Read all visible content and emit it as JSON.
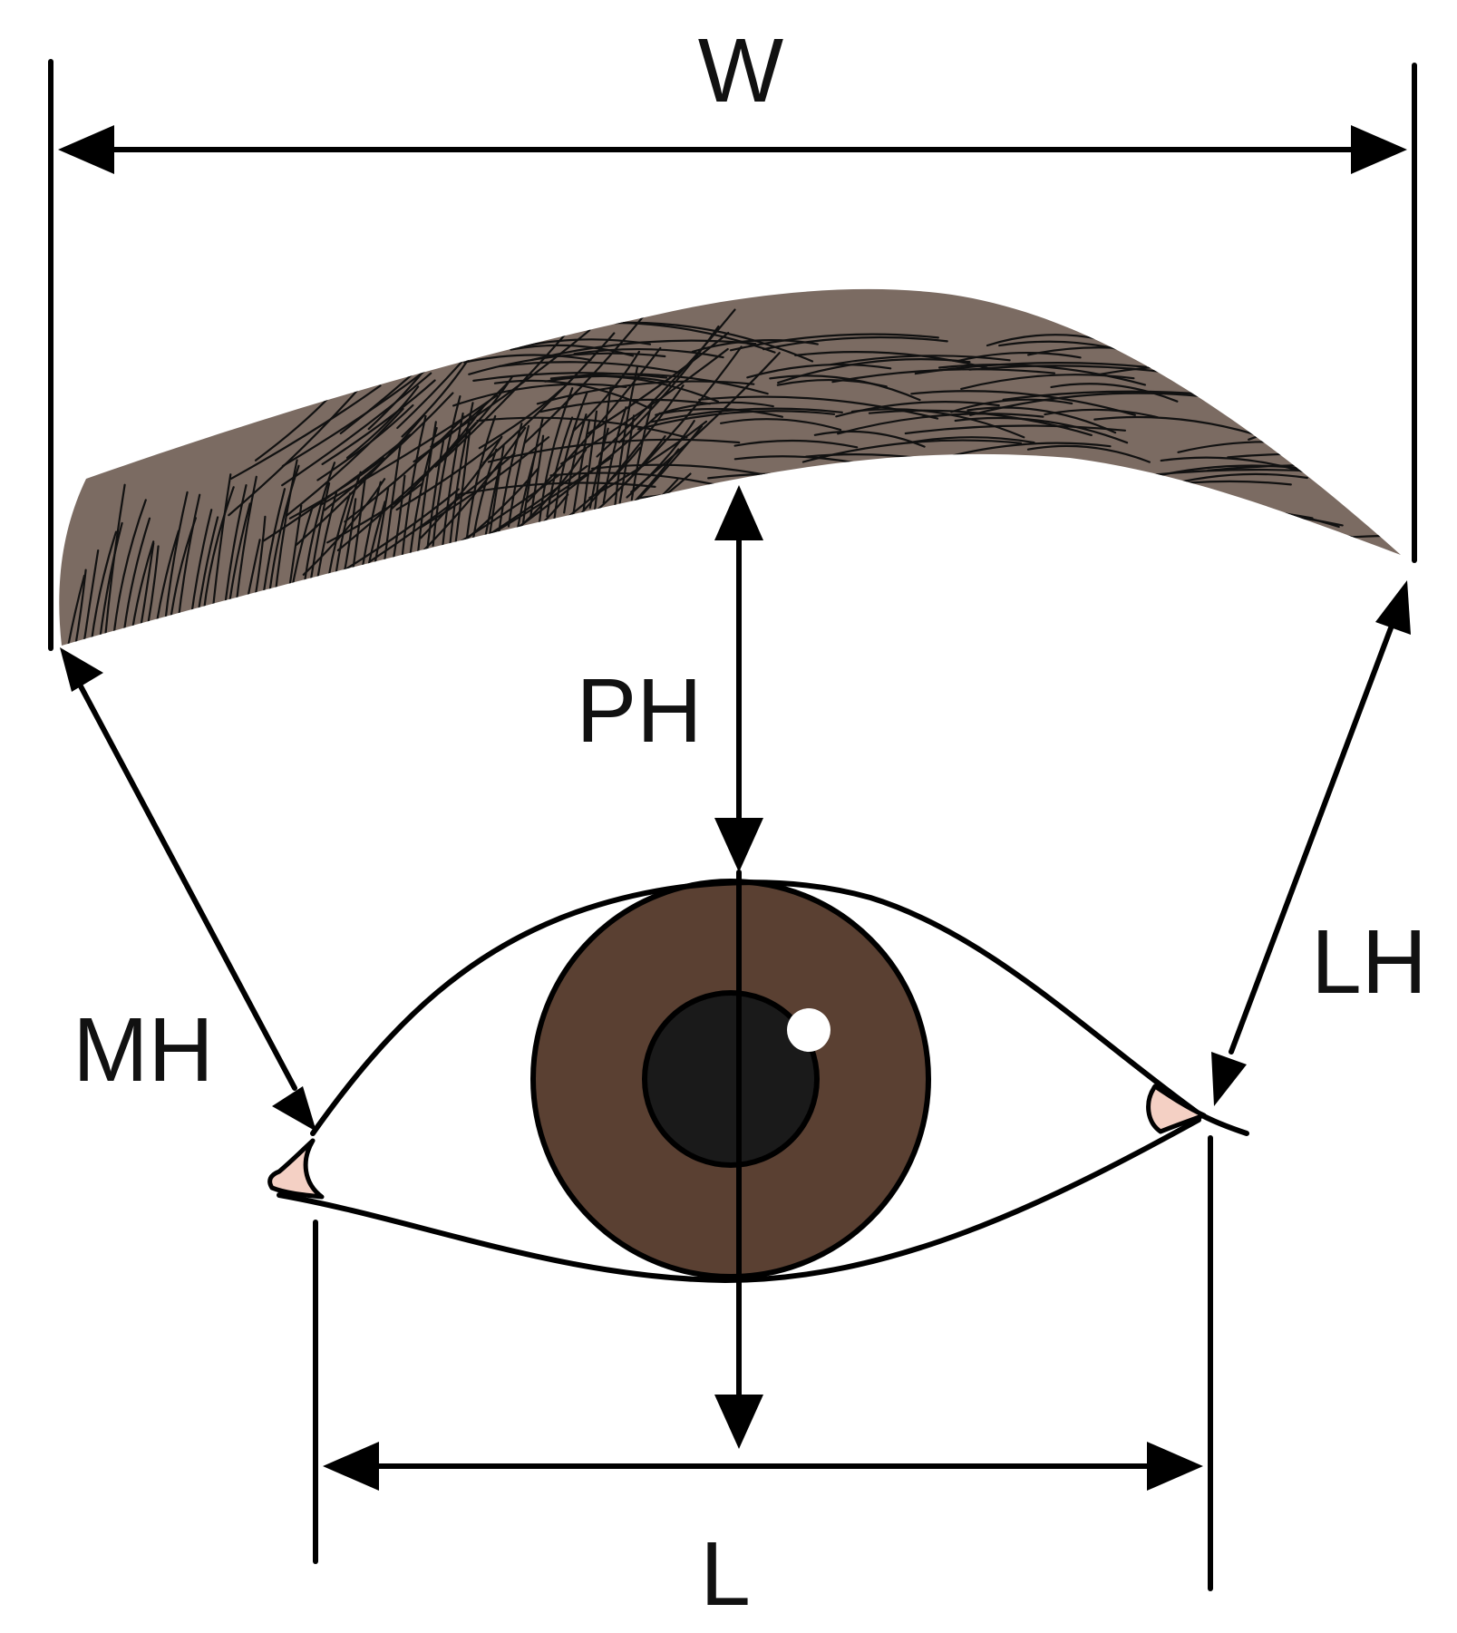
{
  "labels": {
    "width": "W",
    "pupil_height": "PH",
    "medial_height": "MH",
    "lateral_height": "LH",
    "eye_length": "L"
  },
  "colors": {
    "brow_fill": "#7b6b62",
    "iris": "#5a4032",
    "pupil": "#1a1a1a",
    "caruncle": "#f4d0c4",
    "stroke": "#000000"
  },
  "icons": {
    "arrowhead": "filled-triangle-arrowhead",
    "highlight": "white-circle-catchlight"
  }
}
